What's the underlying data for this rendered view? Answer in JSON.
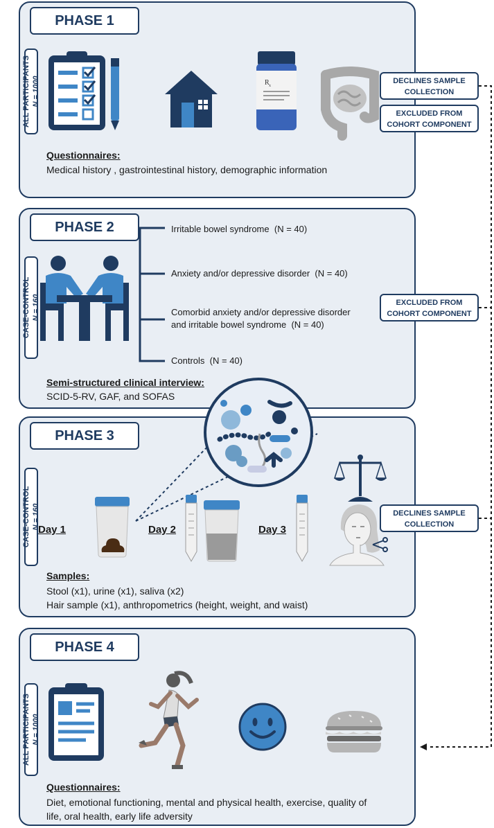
{
  "phase1": {
    "title": "PHASE 1",
    "side_label": "ALL PARTICIPANTS",
    "side_n": "N = 1000",
    "questionnaire_heading": "Questionnaires:",
    "questionnaire_text": "Medical history , gastrointestinal history, demographic information",
    "icons": [
      "clipboard-checklist-icon",
      "house-icon",
      "prescription-bottle-icon",
      "intestine-icon"
    ]
  },
  "phase2": {
    "title": "PHASE 2",
    "side_label": "CASE-CONTROL",
    "side_n": "N = 160",
    "groups": [
      {
        "label": "Irritable bowel syndrome",
        "n": "(N = 40)"
      },
      {
        "label": "Anxiety and/or depressive disorder",
        "n": "(N = 40)"
      },
      {
        "label_line1": "Comorbid anxiety and/or depressive disorder",
        "label_line2": "and irritable bowel syndrome",
        "n": "(N = 40)"
      },
      {
        "label": "Controls",
        "n": "(N = 40)"
      }
    ],
    "interview_heading": "Semi-structured clinical interview:",
    "interview_text": "SCID-5-RV, GAF, and SOFAS",
    "icons": [
      "interview-table-icon"
    ]
  },
  "phase3": {
    "title": "PHASE 3",
    "side_label": "CASE-CONTROL",
    "side_n": "N = 160",
    "days": [
      "Day 1",
      "Day 2",
      "Day 3"
    ],
    "samples_heading": "Samples:",
    "samples_line1": "Stool  (x1), urine (x1), saliva (x2)",
    "samples_line2": "Hair sample (x1), anthropometrics (height, weight, and waist)",
    "icons": [
      "microbiome-icon",
      "stool-jar-icon",
      "saliva-tube-icon",
      "urine-cup-icon",
      "scale-icon",
      "hair-sample-person-icon"
    ]
  },
  "phase4": {
    "title": "PHASE 4",
    "side_label": "ALL PARTICIPANTS",
    "side_n": "N = 1000",
    "questionnaire_heading": "Questionnaires:",
    "questionnaire_line1": "Diet, emotional functioning, mental and physical health, exercise, quality of",
    "questionnaire_line2": "life, oral health, early life adversity",
    "icons": [
      "clipboard-icon",
      "runner-icon",
      "smiley-face-icon",
      "burger-icon"
    ]
  },
  "side_boxes": {
    "declines_1_line1": "DECLINES SAMPLE",
    "declines_1_line2": "COLLECTION",
    "excluded_1_line1": "EXCLUDED FROM",
    "excluded_1_line2": "COHORT COMPONENT",
    "excluded_2_line1": "EXCLUDED FROM",
    "excluded_2_line2": "COHORT COMPONENT",
    "declines_2_line1": "DECLINES SAMPLE",
    "declines_2_line2": "COLLECTION"
  },
  "colors": {
    "navy": "#1f3b60",
    "panel": "#e9eef4",
    "accent_blue": "#3f86c6",
    "light_blue": "#6aa8dc"
  }
}
